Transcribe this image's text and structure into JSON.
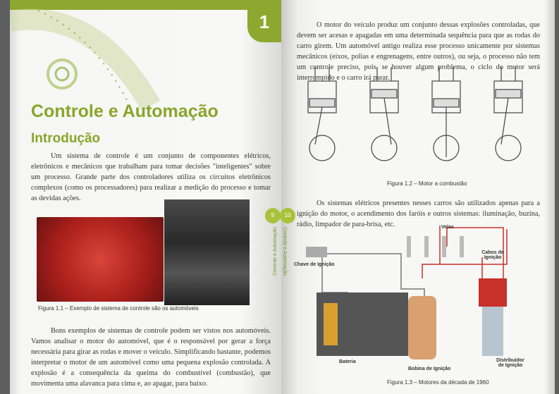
{
  "left_page": {
    "chapter_number": "1",
    "title": "Controle e Automação",
    "section": "Introdução",
    "paragraph1": "Um sistema de controle é um conjunto de componentes elétricos, eletrônicos e mecânicos que trabalham para tomar decisões \"inteligentes\" sobre um processo. Grande parte dos controladores utiliza os circuitos eletrônicos complexos (como os processadores) para realizar a medição do processo e tomar as devidas ações.",
    "figure1_caption": "Figura 1.1 – Exemplo de sistema de controle são os automóveis",
    "paragraph2": "Bons exemplos de sistemas de controle podem ser vistos nos automóveis. Vamos analisar o motor do automóvel, que é o responsável por gerar a força necessária para girar as rodas e mover o veículo. Simplificando bastante, podemos interpretar o motor de um automóvel como uma pequena explosão controlada. A explosão é a consequência da queima do combustível (combustão), que movimenta uma alavanca para cima e, ao apagar, para baixo.",
    "page_number": "9"
  },
  "spine": {
    "running_title": "Controle e Automação"
  },
  "right_page": {
    "paragraph1": "O motor do veículo produz um conjunto dessas explosões controladas, que devem ser acesas e apagadas em uma determinada sequência para que as rodas do carro girem. Um automóvel antigo realiza esse processo unicamente por sistemas mecânicos (eixos, polias e engrenagens, entre outros), ou seja, o processo não tem um controle preciso, pois, se houver algum problema, o ciclo do motor será interrompido e o carro irá parar.",
    "figure2_caption": "Figura 1.2 – Motor a combustão",
    "paragraph2": "Os sistemas elétricos presentes nesses carros são utilizados apenas para a ignição do motor, o acendimento dos faróis e outros sistemas: iluminação, buzina, rádio, limpador de para-brisa, etc.",
    "figure3_labels": {
      "velas": "Velas",
      "cabos": "Cabos de Ignição",
      "chave": "Chave de Ignição",
      "bateria": "Bateria",
      "bobina": "Bobina de Ignição",
      "distribuidor": "Distribuidor de Ignição"
    },
    "figure3_caption": "Figura 1.3 – Motores da década de 1960",
    "page_number": "10"
  },
  "colors": {
    "accent": "#8da82e"
  }
}
